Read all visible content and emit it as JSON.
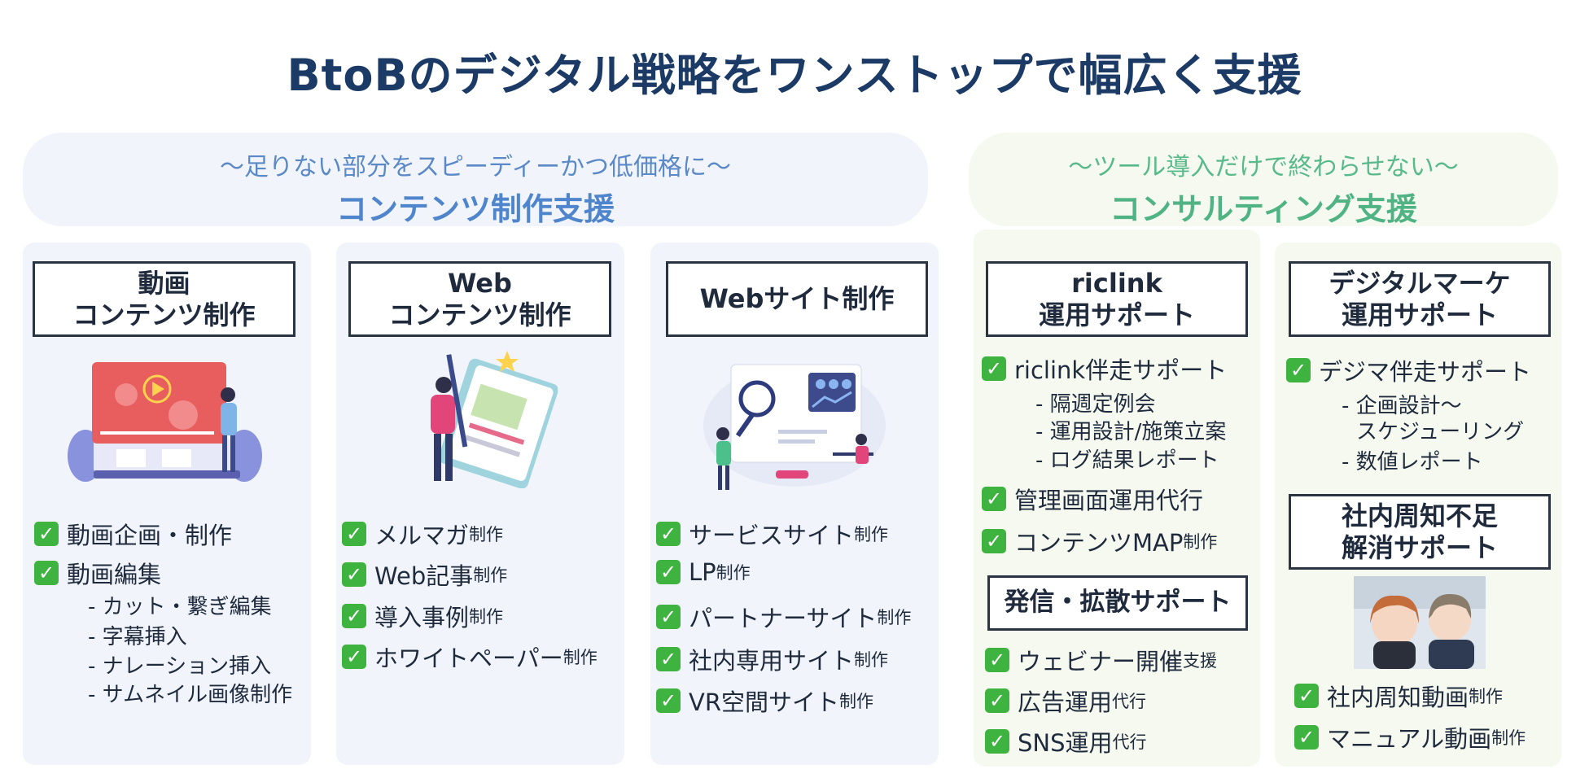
{
  "title": "BtoBのデジタル戦略をワンストップで幅広く支援",
  "left_header": {
    "subtitle": "〜足りない部分をスピーディーかつ低価格に〜",
    "title": "コンテンツ制作支援"
  },
  "right_header": {
    "subtitle": "〜ツール導入だけで終わらせない〜",
    "title": "コンサルティング支援"
  },
  "check_glyph": "✓",
  "columns": {
    "video": {
      "box": [
        "動画",
        "コンテンツ制作"
      ],
      "items": [
        {
          "label": "動画企画・制作",
          "suffix": ""
        },
        {
          "label": "動画編集",
          "suffix": ""
        }
      ],
      "sub_items": [
        "- カット・繋ぎ編集",
        "- 字幕挿入",
        "- ナレーション挿入",
        "- サムネイル画像制作"
      ]
    },
    "web_content": {
      "box": [
        "Web",
        "コンテンツ制作"
      ],
      "items": [
        {
          "label": "メルマガ",
          "suffix": "制作"
        },
        {
          "label": "Web記事",
          "suffix": "制作"
        },
        {
          "label": "導入事例",
          "suffix": "制作"
        },
        {
          "label": "ホワイトペーパー",
          "suffix": "制作"
        }
      ]
    },
    "website": {
      "box": [
        "Webサイト制作"
      ],
      "items": [
        {
          "label": "サービスサイト",
          "suffix": "制作"
        },
        {
          "label": "LP",
          "suffix": "制作"
        },
        {
          "label": "パートナーサイト",
          "suffix": "制作"
        },
        {
          "label": "社内専用サイト",
          "suffix": "制作"
        },
        {
          "label": "VR空間サイト",
          "suffix": "制作"
        }
      ]
    },
    "riclink": {
      "box": [
        "riclink",
        "運用サポート"
      ],
      "items": [
        {
          "label": "riclink伴走サポート",
          "suffix": ""
        },
        {
          "label": "管理画面運用代行",
          "suffix": ""
        },
        {
          "label": "コンテンツMAP",
          "suffix": "制作"
        }
      ],
      "sub_items": [
        "- 隔週定例会",
        "- 運用設計/施策立案",
        "- ログ結果レポート"
      ],
      "box2": [
        "発信・拡散サポート"
      ],
      "items2": [
        {
          "label": "ウェビナー開催",
          "suffix": "支援"
        },
        {
          "label": "広告運用",
          "suffix": "代行"
        },
        {
          "label": "SNS運用",
          "suffix": "代行"
        }
      ]
    },
    "digima": {
      "box": [
        "デジタルマーケ",
        "運用サポート"
      ],
      "items": [
        {
          "label": "デジマ伴走サポート",
          "suffix": ""
        }
      ],
      "sub_items": [
        "- 企画設計〜",
        "スケジューリング",
        "- 数値レポート"
      ],
      "box2": [
        "社内周知不足",
        "解消サポート"
      ],
      "items2": [
        {
          "label": "社内周知動画",
          "suffix": "制作"
        },
        {
          "label": "マニュアル動画",
          "suffix": "制作"
        }
      ]
    }
  },
  "colors": {
    "title": "#1b3a66",
    "blue_accent": "#4f85cc",
    "green_accent": "#4fb384",
    "check": "#3fb33f",
    "box_border": "#2a3442"
  }
}
